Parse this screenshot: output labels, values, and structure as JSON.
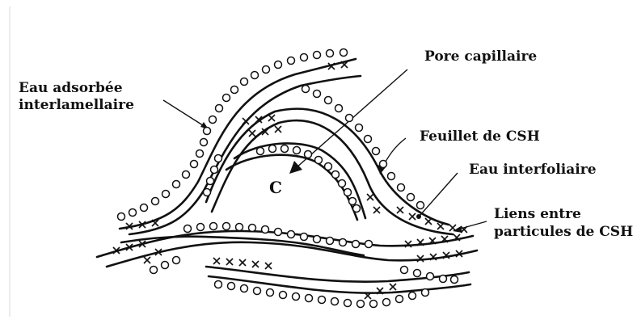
{
  "labels": {
    "eau_adsorbee_line1": "Eau adsorbée",
    "eau_adsorbee_line2": "interlamellaire",
    "pore_capillaire": "Pore capillaire",
    "feuillet_csh": "Feuillet de CSH",
    "eau_interfoliaire": "Eau interfoliaire",
    "liens_line1": "Liens entre",
    "liens_line2": "particules de CSH",
    "pore_letter": "C"
  }
}
